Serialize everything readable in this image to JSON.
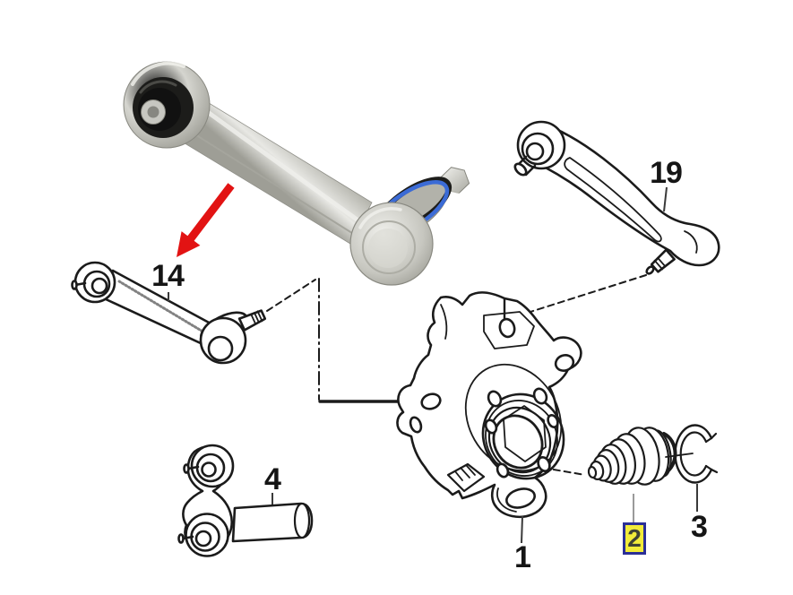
{
  "page": {
    "background": "#ffffff"
  },
  "diagram": {
    "type": "suspension-parts-exploded-diagram",
    "line_color": "#1b1b1b",
    "arrow_color": "#e21313",
    "highlight": {
      "fill": "#f2ec3a",
      "border": "#2b2f96",
      "text_color": "#3f4233"
    },
    "labels": {
      "part14": "14",
      "part19": "19",
      "part4": "4",
      "part1": "1",
      "part2": "2",
      "part3": "3"
    }
  }
}
